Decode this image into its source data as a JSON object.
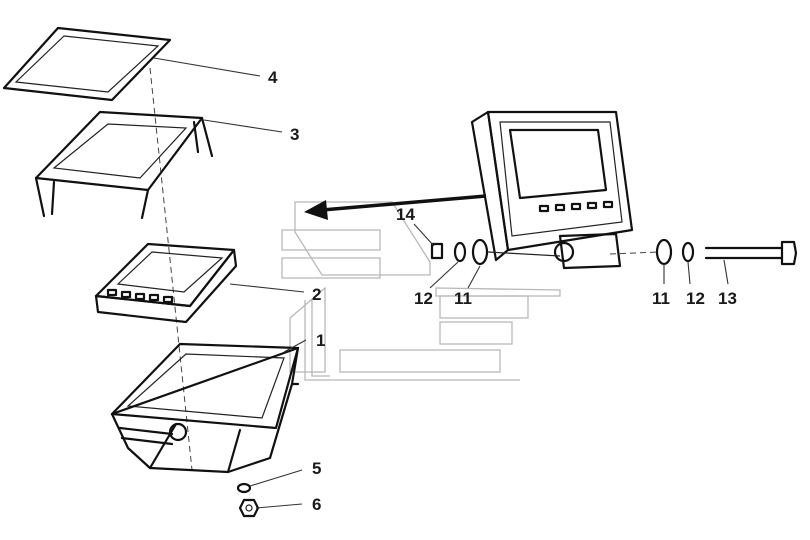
{
  "callouts": {
    "c1": "1",
    "c2": "2",
    "c3": "3",
    "c4": "4",
    "c5": "5",
    "c6": "6",
    "c11a": "11",
    "c11b": "11",
    "c12a": "12",
    "c12b": "12",
    "c13": "13",
    "c14": "14"
  },
  "colors": {
    "ink": "#111111",
    "watermark": "#b8b8b8",
    "background": "#ffffff"
  }
}
